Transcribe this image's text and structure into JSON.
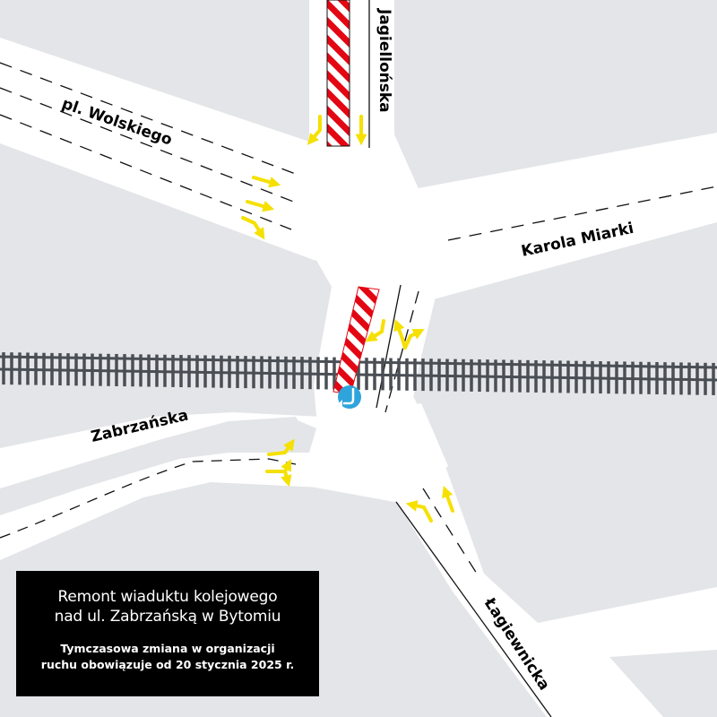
{
  "map": {
    "background_color": "#e4e5e8",
    "road_color": "#ffffff",
    "closure_color": "#e30613",
    "arrow_color": "#f5e000",
    "sign_color": "#2fa4dc",
    "rail_color": "#4a4f55",
    "streets": [
      {
        "id": "jagiellonska",
        "label": "Jagiellońska"
      },
      {
        "id": "wolskiego",
        "label": "pl. Wolskiego"
      },
      {
        "id": "karola-miarki",
        "label": "Karola Miarki"
      },
      {
        "id": "zabrzanska",
        "label": "Zabrzańska"
      },
      {
        "id": "lagiewnicka",
        "label": "Łagiewnicka"
      }
    ],
    "closures": [
      {
        "id": "closure-jagiellonska",
        "description": "Closed lane on Jagiellońska"
      },
      {
        "id": "closure-viaduct",
        "description": "Closed lane under railway viaduct"
      }
    ],
    "signs": [
      {
        "id": "mandatory-turn-left-sign",
        "description": "Blue mandatory direction sign"
      }
    ],
    "railway": {
      "label": "Railway line over viaduct"
    }
  },
  "info": {
    "title_line1": "Remont wiaduktu kolejowego",
    "title_line2": "nad ul. Zabrzańską w Bytomiu",
    "subtitle_line1": "Tymczasowa zmiana w organizacji",
    "subtitle_line2": "ruchu obowiązuje od 20 stycznia 2025 r."
  }
}
